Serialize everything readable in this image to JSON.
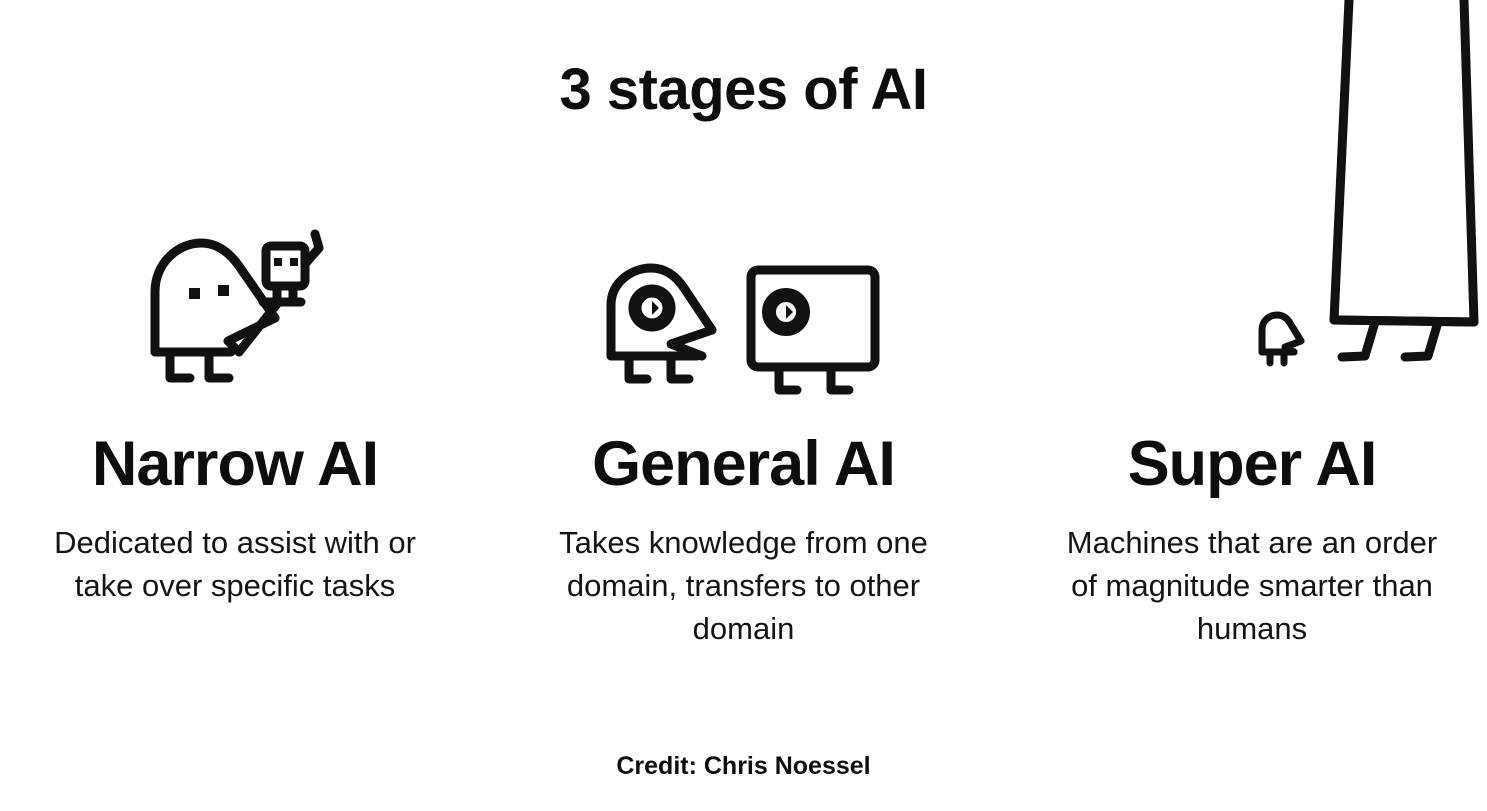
{
  "title": "3 stages of AI",
  "credit": "Credit: Chris Noessel",
  "colors": {
    "background": "#ffffff",
    "ink": "#0d0d0d",
    "body_text": "#141414"
  },
  "stages": [
    {
      "id": "narrow-ai",
      "heading": "Narrow AI",
      "description": "Dedicated to assist with or take over specific tasks",
      "illustration_name": "human-holding-small-robot-illustration",
      "illustration_parts": [
        "human-figure",
        "small-robot-figure",
        "waving-arm"
      ]
    },
    {
      "id": "general-ai",
      "heading": "General AI",
      "description": "Takes knowledge from one domain, transfers to other domain",
      "illustration_name": "human-facing-robot-illustration",
      "illustration_parts": [
        "human-figure",
        "square-robot-figure"
      ]
    },
    {
      "id": "super-ai",
      "heading": "Super AI",
      "description": "Machines that are an order of magnitude smarter than humans",
      "illustration_name": "giant-robot-beside-tiny-human-illustration",
      "illustration_parts": [
        "giant-robot-figure",
        "tiny-human-figure"
      ]
    }
  ]
}
